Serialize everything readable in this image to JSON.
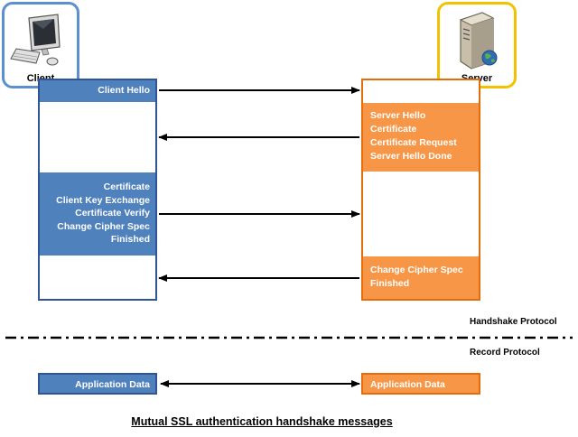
{
  "entities": {
    "client": {
      "label": "Client",
      "icon": "desktop-computer-icon",
      "border_color": "#5b8fd0"
    },
    "server": {
      "label": "Server",
      "icon": "server-tower-icon",
      "border_color": "#f2c200"
    }
  },
  "handshake": {
    "client_hello": "Client Hello",
    "server_hello_group": [
      "Server Hello",
      "Certificate",
      "Certificate Request",
      "Server Hello Done"
    ],
    "client_key_group": [
      "Certificate",
      "Client Key Exchange",
      "Certificate Verify",
      "Change Cipher Spec",
      "Finished"
    ],
    "server_finish_group": [
      "Change Cipher Spec",
      "Finished"
    ]
  },
  "protocols": {
    "handshake": "Handshake Protocol",
    "record": "Record Protocol"
  },
  "record": {
    "client_data": "Application Data",
    "server_data": "Application Data"
  },
  "caption": "Mutual SSL authentication handshake messages",
  "colors": {
    "client_fill": "#4f81bd",
    "client_border": "#2f5597",
    "server_fill": "#f79646",
    "server_border": "#e46c0a"
  }
}
